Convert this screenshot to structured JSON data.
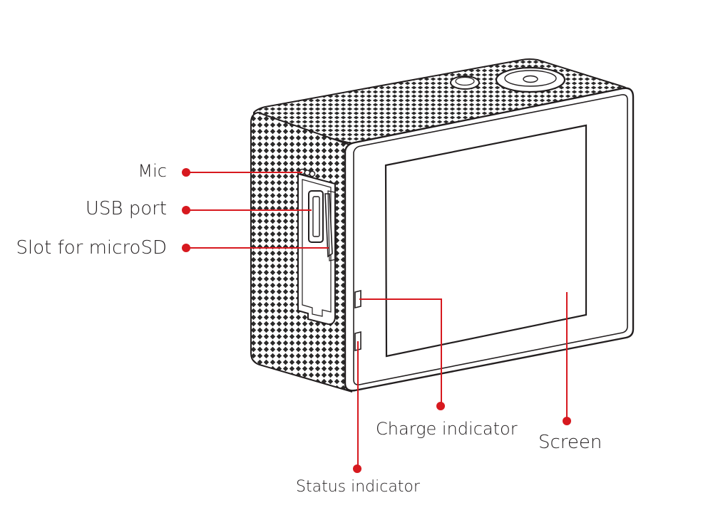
{
  "callouts": {
    "mic": "Mic",
    "usb_port": "USB port",
    "microsd_slot": "Slot for microSD",
    "charge_indicator": "Charge indicator",
    "screen": "Screen",
    "status_indicator": "Status indicator"
  },
  "colors": {
    "callout_accent": "#d7191f",
    "line_art": "#231f20",
    "background": "#ffffff"
  }
}
